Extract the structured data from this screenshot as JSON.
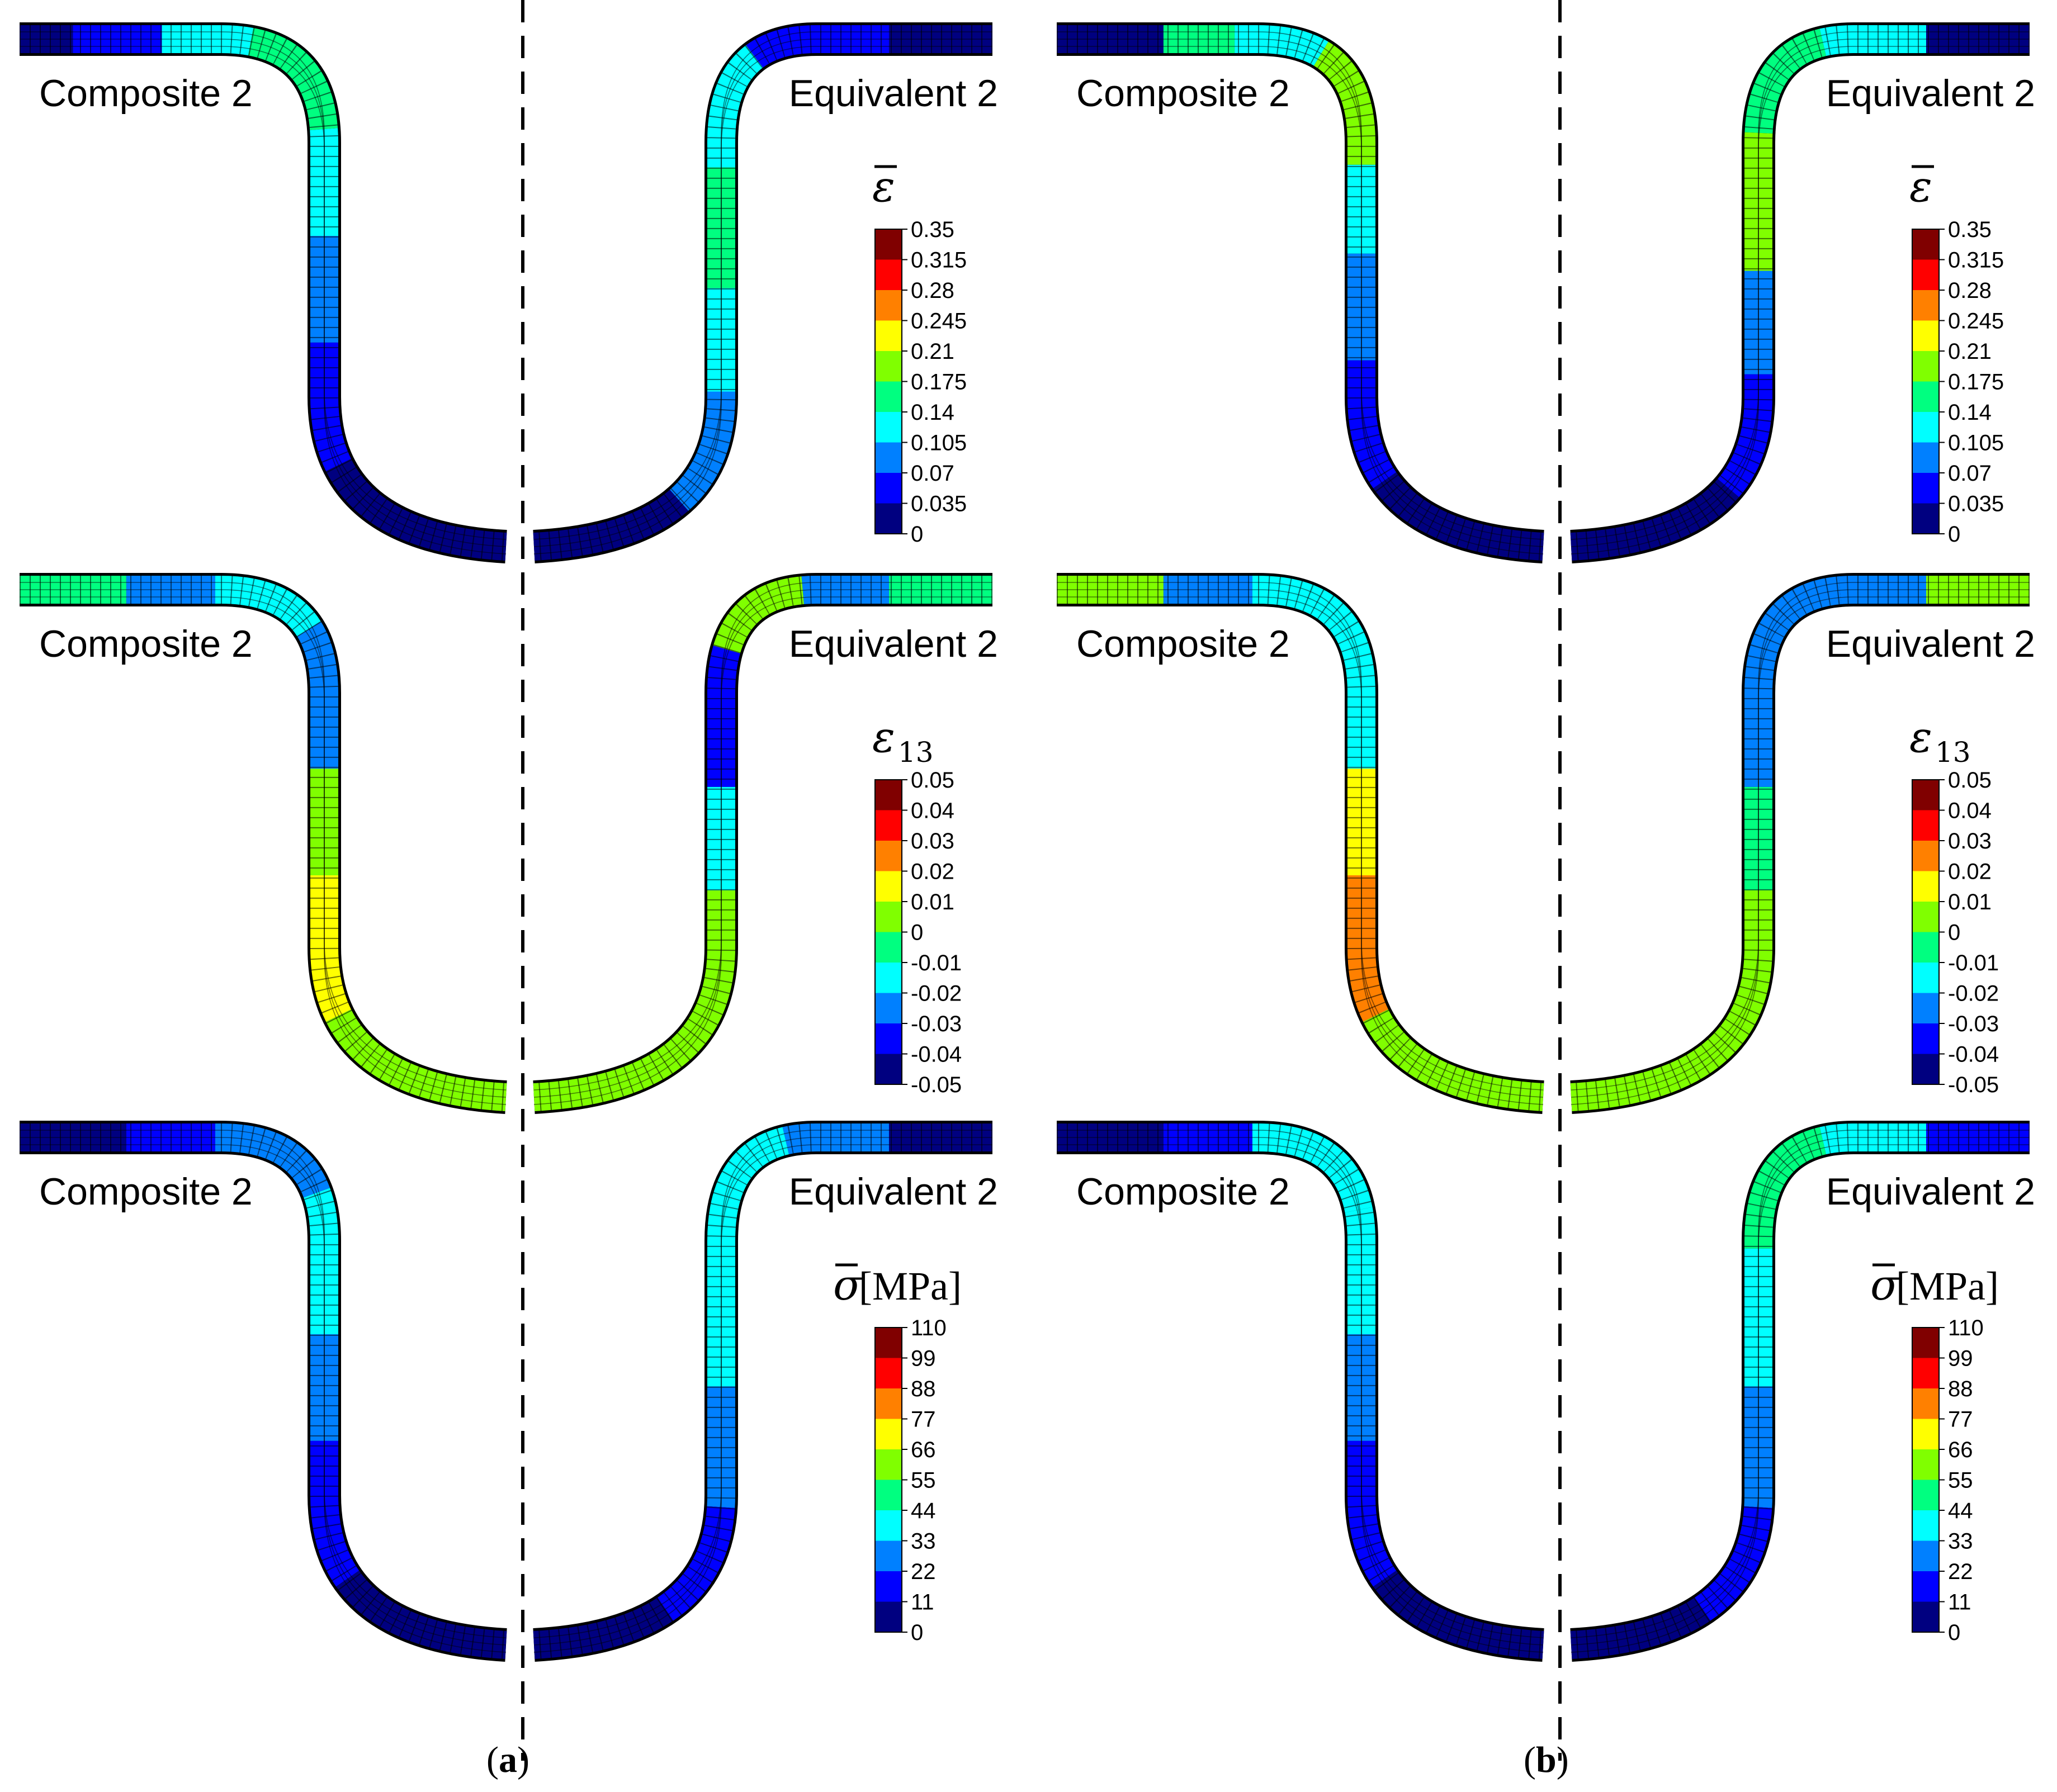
{
  "colormap": [
    "#000080",
    "#0000ff",
    "#0080ff",
    "#00ffff",
    "#00ff80",
    "#80ff00",
    "#ffff00",
    "#ff8000",
    "#ff0000",
    "#800000"
  ],
  "mesh_color": "#000000",
  "divider_color": "#000000",
  "panels": [
    {
      "label_open": "(",
      "label_letter": "a",
      "label_close": ")",
      "rows": [
        {
          "left_label": "Composite 2",
          "right_label": "Equivalent 2",
          "legend": {
            "symbol": "ε",
            "bar": true,
            "subscript": "",
            "unit": "",
            "ticks": [
              "0.35",
              "0.315",
              "0.28",
              "0.245",
              "0.21",
              "0.175",
              "0.14",
              "0.105",
              "0.07",
              "0.035",
              "0"
            ]
          },
          "left_part": {
            "bands": [
              [
                0,
                0.06,
                0
              ],
              [
                0.06,
                0.16,
                1
              ],
              [
                0.16,
                0.26,
                3
              ],
              [
                0.26,
                0.4,
                4
              ],
              [
                0.4,
                0.52,
                3
              ],
              [
                0.52,
                0.64,
                2
              ],
              [
                0.64,
                0.78,
                1
              ],
              [
                0.78,
                1,
                0
              ]
            ]
          },
          "right_part": {
            "bands": [
              [
                0,
                0.12,
                0
              ],
              [
                0.12,
                0.28,
                1
              ],
              [
                0.28,
                0.42,
                3
              ],
              [
                0.42,
                0.56,
                4
              ],
              [
                0.56,
                0.68,
                3
              ],
              [
                0.68,
                0.82,
                2
              ],
              [
                0.82,
                1,
                0
              ]
            ]
          }
        },
        {
          "left_label": "Composite 2",
          "right_label": "Equivalent 2",
          "legend": {
            "symbol": "ε",
            "bar": false,
            "subscript": "13",
            "unit": "",
            "ticks": [
              "0.05",
              "0.04",
              "0.03",
              "0.02",
              "0.01",
              "0",
              "-0.01",
              "-0.02",
              "-0.03",
              "-0.04",
              "-0.05"
            ]
          },
          "left_part": {
            "bands": [
              [
                0,
                0.12,
                4
              ],
              [
                0.12,
                0.22,
                2
              ],
              [
                0.22,
                0.34,
                3
              ],
              [
                0.34,
                0.5,
                2
              ],
              [
                0.5,
                0.62,
                5
              ],
              [
                0.62,
                0.78,
                6
              ],
              [
                0.78,
                1,
                5
              ]
            ]
          },
          "right_part": {
            "bands": [
              [
                0,
                0.12,
                4
              ],
              [
                0.12,
                0.22,
                2
              ],
              [
                0.22,
                0.34,
                5
              ],
              [
                0.34,
                0.5,
                1
              ],
              [
                0.5,
                0.62,
                3
              ],
              [
                0.62,
                1,
                5
              ]
            ]
          }
        },
        {
          "left_label": "Composite 2",
          "right_label": "Equivalent 2",
          "legend": {
            "symbol": "σ",
            "bar": true,
            "subscript": "",
            "unit": "[MPa]",
            "ticks": [
              "110",
              "99",
              "88",
              "77",
              "66",
              "55",
              "44",
              "33",
              "22",
              "11",
              "0"
            ]
          },
          "left_part": {
            "bands": [
              [
                0,
                0.12,
                0
              ],
              [
                0.12,
                0.22,
                1
              ],
              [
                0.22,
                0.36,
                2
              ],
              [
                0.36,
                0.52,
                3
              ],
              [
                0.52,
                0.64,
                2
              ],
              [
                0.64,
                0.8,
                1
              ],
              [
                0.8,
                1,
                0
              ]
            ]
          },
          "right_part": {
            "bands": [
              [
                0,
                0.12,
                0
              ],
              [
                0.12,
                0.24,
                2
              ],
              [
                0.24,
                0.56,
                3
              ],
              [
                0.56,
                0.7,
                2
              ],
              [
                0.7,
                0.84,
                1
              ],
              [
                0.84,
                1,
                0
              ]
            ]
          }
        }
      ]
    },
    {
      "label_open": "(",
      "label_letter": "b",
      "label_close": ")",
      "rows": [
        {
          "left_label": "Composite 2",
          "right_label": "Equivalent 2",
          "legend": {
            "symbol": "ε",
            "bar": true,
            "subscript": "",
            "unit": "",
            "ticks": [
              "0.35",
              "0.315",
              "0.28",
              "0.245",
              "0.21",
              "0.175",
              "0.14",
              "0.105",
              "0.07",
              "0.035",
              "0"
            ]
          },
          "left_part": {
            "bands": [
              [
                0,
                0.12,
                0
              ],
              [
                0.12,
                0.2,
                4
              ],
              [
                0.2,
                0.3,
                3
              ],
              [
                0.3,
                0.44,
                5
              ],
              [
                0.44,
                0.54,
                3
              ],
              [
                0.54,
                0.66,
                2
              ],
              [
                0.66,
                0.8,
                1
              ],
              [
                0.8,
                1,
                0
              ]
            ]
          },
          "right_part": {
            "bands": [
              [
                0,
                0.12,
                0
              ],
              [
                0.12,
                0.24,
                3
              ],
              [
                0.24,
                0.38,
                4
              ],
              [
                0.38,
                0.54,
                5
              ],
              [
                0.54,
                0.66,
                2
              ],
              [
                0.66,
                0.8,
                1
              ],
              [
                0.8,
                1,
                0
              ]
            ]
          }
        },
        {
          "left_label": "Composite 2",
          "right_label": "Equivalent 2",
          "legend": {
            "symbol": "ε",
            "bar": false,
            "subscript": "13",
            "unit": "",
            "ticks": [
              "0.05",
              "0.04",
              "0.03",
              "0.02",
              "0.01",
              "0",
              "-0.01",
              "-0.02",
              "-0.03",
              "-0.04",
              "-0.05"
            ]
          },
          "left_part": {
            "bands": [
              [
                0,
                0.12,
                5
              ],
              [
                0.12,
                0.22,
                2
              ],
              [
                0.22,
                0.34,
                3
              ],
              [
                0.34,
                0.5,
                3
              ],
              [
                0.5,
                0.62,
                6
              ],
              [
                0.62,
                0.78,
                7
              ],
              [
                0.78,
                1,
                5
              ]
            ]
          },
          "right_part": {
            "bands": [
              [
                0,
                0.12,
                5
              ],
              [
                0.12,
                0.22,
                2
              ],
              [
                0.22,
                0.34,
                2
              ],
              [
                0.34,
                0.5,
                2
              ],
              [
                0.5,
                0.62,
                4
              ],
              [
                0.62,
                0.78,
                5
              ],
              [
                0.78,
                1,
                5
              ]
            ]
          }
        },
        {
          "left_label": "Composite 2",
          "right_label": "Equivalent 2",
          "legend": {
            "symbol": "σ",
            "bar": true,
            "subscript": "",
            "unit": "[MPa]",
            "ticks": [
              "110",
              "99",
              "88",
              "77",
              "66",
              "55",
              "44",
              "33",
              "22",
              "11",
              "0"
            ]
          },
          "left_part": {
            "bands": [
              [
                0,
                0.12,
                0
              ],
              [
                0.12,
                0.22,
                1
              ],
              [
                0.22,
                0.38,
                3
              ],
              [
                0.38,
                0.52,
                3
              ],
              [
                0.52,
                0.64,
                2
              ],
              [
                0.64,
                0.8,
                1
              ],
              [
                0.8,
                1,
                0
              ]
            ]
          },
          "right_part": {
            "bands": [
              [
                0,
                0.12,
                1
              ],
              [
                0.12,
                0.24,
                3
              ],
              [
                0.24,
                0.4,
                4
              ],
              [
                0.4,
                0.56,
                3
              ],
              [
                0.56,
                0.7,
                2
              ],
              [
                0.7,
                0.84,
                1
              ],
              [
                0.84,
                1,
                0
              ]
            ]
          }
        }
      ]
    }
  ]
}
